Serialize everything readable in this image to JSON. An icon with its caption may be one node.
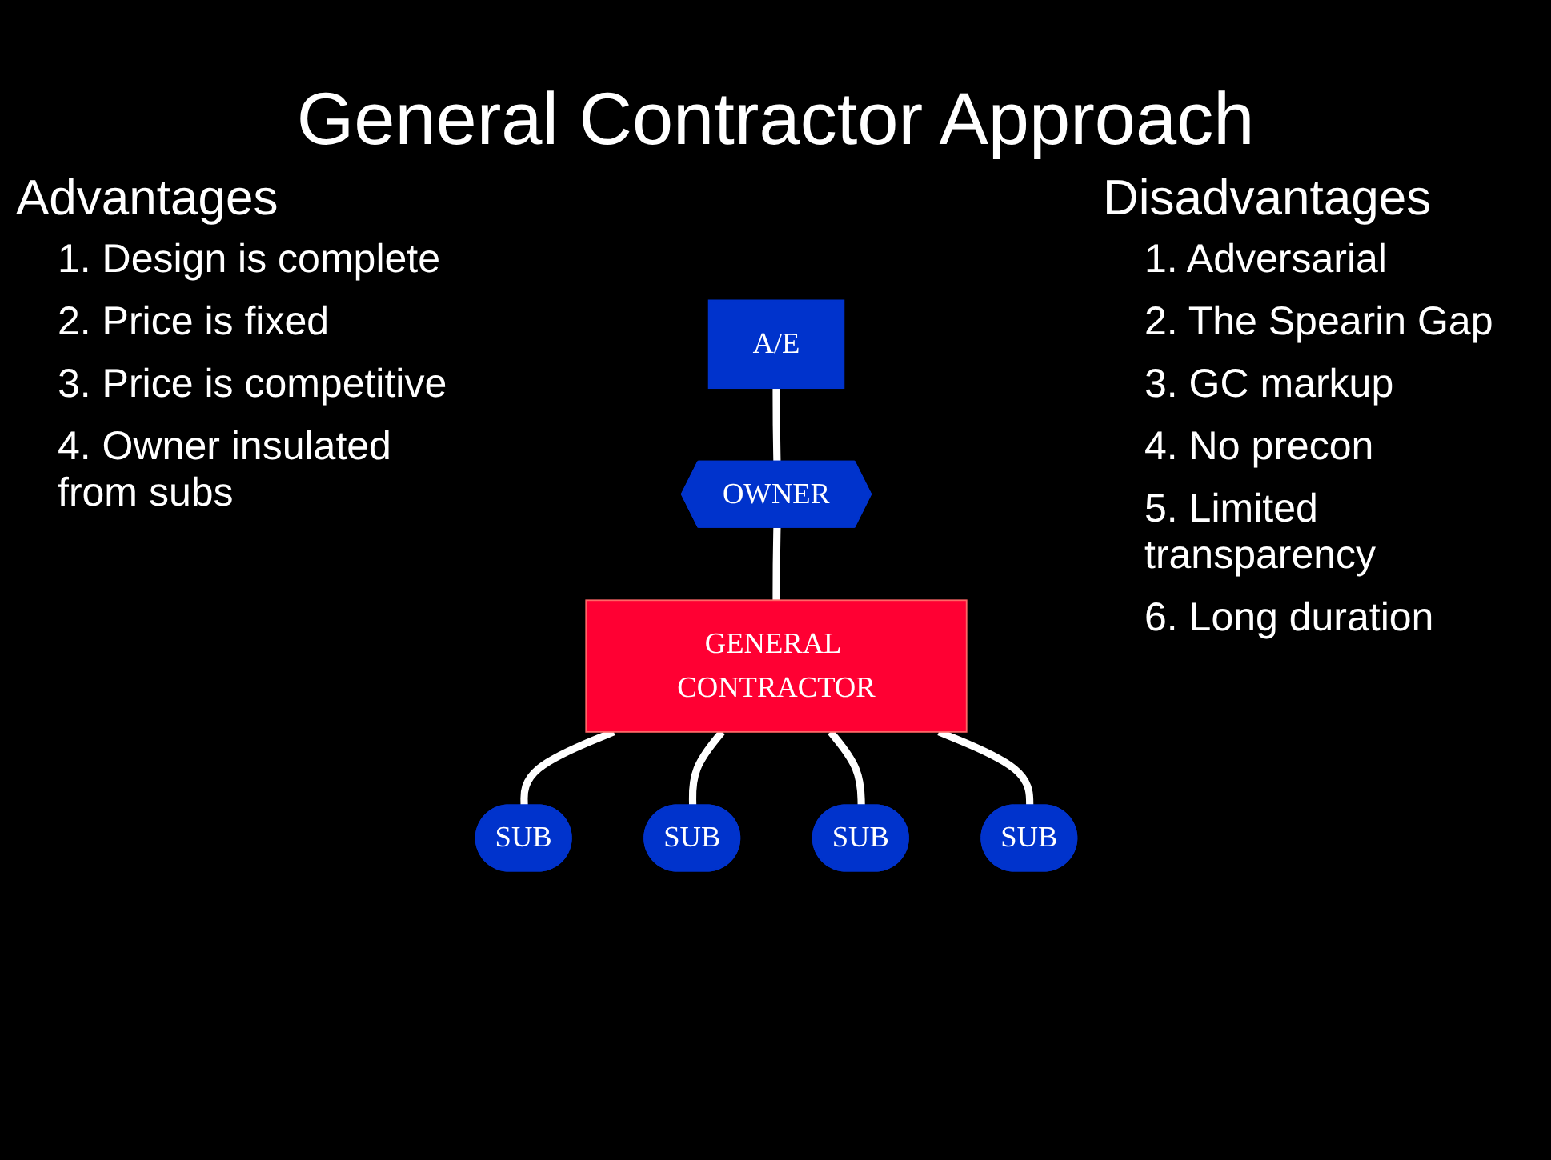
{
  "diagram": {
    "title": "General Contractor Approach",
    "nodes": [
      {
        "text": [
          "A/E"
        ]
      },
      {
        "text": [
          "OWNER"
        ]
      },
      {
        "text": [
          "GENERAL CONTRACTOR"
        ]
      },
      {
        "text": [
          "SUB"
        ]
      },
      {
        "text": [
          "SUB"
        ]
      },
      {
        "text": [
          "SUB"
        ]
      },
      {
        "text": [
          "SUB"
        ]
      }
    ],
    "edges": [
      {
        "from": 0,
        "to": 1,
        "arrow": "none"
      },
      {
        "from": 1,
        "to": 2,
        "arrow": "none"
      },
      {
        "from": 2,
        "to": 3,
        "arrow": "none"
      },
      {
        "from": 2,
        "to": 4,
        "arrow": "none"
      },
      {
        "from": 2,
        "to": 5,
        "arrow": "none"
      },
      {
        "from": 2,
        "to": 6,
        "arrow": "none"
      }
    ],
    "labels": [
      "Advantages",
      "1. Design is complete",
      "2. Price is fixed",
      "3. Price is competitive",
      "4. Owner insulated from subs",
      "Disadvantages",
      "1. Adversarial",
      "2. The Spearin Gap",
      "3. GC markup",
      "4. No precon",
      "5. Limited transparency",
      "6. Long duration"
    ]
  }
}
